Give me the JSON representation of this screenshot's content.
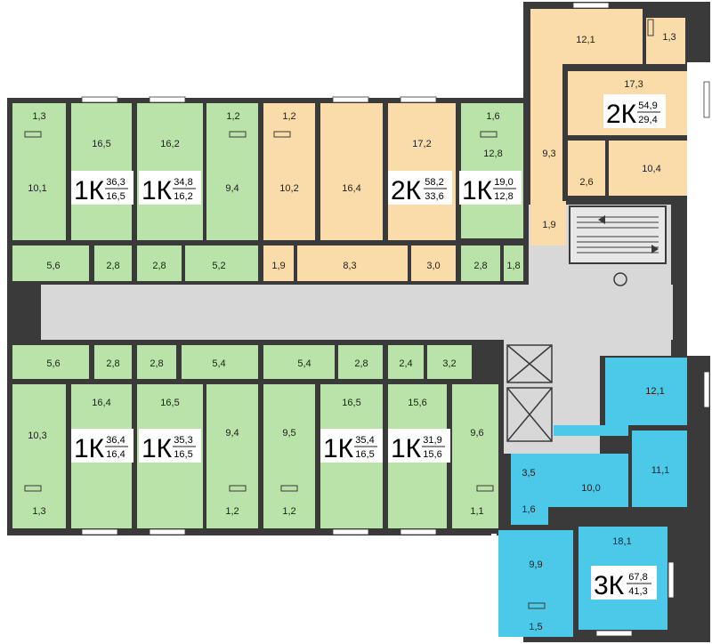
{
  "colors": {
    "one_room": "#b9e3a8",
    "two_room": "#f9dca9",
    "three_room": "#4cc8e8",
    "corridor": "#d8d8d8",
    "wall": "#3a3a3a",
    "text": "#1e1e1e"
  },
  "rooms": {
    "g_1_3": "1,3",
    "g_16_5": "16,5",
    "g_10_1": "10,1",
    "g_5_6a": "5,6",
    "g_2_8a": "2,8",
    "g_16_2": "16,2",
    "g_2_8b": "2,8",
    "g_1_2a": "1,2",
    "g_9_4a": "9,4",
    "g_5_2": "5,2",
    "o_1_2": "1,2",
    "o_10_2": "10,2",
    "o_16_4": "16,4",
    "o_17_2": "17,2",
    "o_1_9a": "1,9",
    "o_8_3": "8,3",
    "o_3_0": "3,0",
    "g_1_6": "1,6",
    "g_12_8": "12,8",
    "g_2_8c": "2,8",
    "g_1_8": "1,8",
    "t_12_1": "12,1",
    "t_1_3": "1,3",
    "t_17_3": "17,3",
    "t_9_3": "9,3",
    "t_2_6": "2,6",
    "t_10_4": "10,4",
    "t_1_9": "1,9",
    "b_5_6": "5,6",
    "b_2_8a": "2,8",
    "b_2_8b": "2,8",
    "b_5_4a": "5,4",
    "b_5_4b": "5,4",
    "b_2_8c": "2,8",
    "b_2_4": "2,4",
    "b_3_2": "3,2",
    "b_10_3": "10,3",
    "b_16_4": "16,4",
    "b_16_5a": "16,5",
    "b_9_4": "9,4",
    "b_9_5": "9,5",
    "b_16_5b": "16,5",
    "b_15_6": "15,6",
    "b_9_6": "9,6",
    "b_1_3": "1,3",
    "b_1_2a": "1,2",
    "b_1_2b": "1,2",
    "b_1_1": "1,1",
    "c_12_1": "12,1",
    "c_3_5": "3,5",
    "c_10_0": "10,0",
    "c_11_1": "11,1",
    "c_1_6": "1,6",
    "c_18_1": "18,1",
    "c_9_9": "9,9",
    "c_1_5": "1,5"
  },
  "apartments": [
    {
      "type": "1К",
      "total": "36,3",
      "living": "16,5"
    },
    {
      "type": "1К",
      "total": "34,8",
      "living": "16,2"
    },
    {
      "type": "2К",
      "total": "58,2",
      "living": "33,6"
    },
    {
      "type": "1К",
      "total": "19,0",
      "living": "12,8"
    },
    {
      "type": "2К",
      "total": "54,9",
      "living": "29,4"
    },
    {
      "type": "1К",
      "total": "36,4",
      "living": "16,4"
    },
    {
      "type": "1К",
      "total": "35,3",
      "living": "16,5"
    },
    {
      "type": "1К",
      "total": "35,4",
      "living": "16,5"
    },
    {
      "type": "1К",
      "total": "31,9",
      "living": "15,6"
    },
    {
      "type": "3К",
      "total": "67,8",
      "living": "41,3"
    }
  ]
}
